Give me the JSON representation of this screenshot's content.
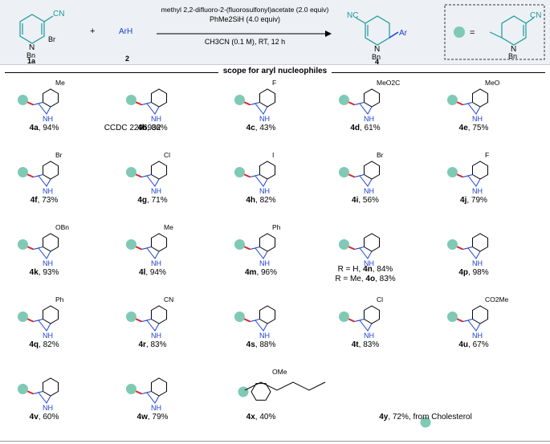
{
  "header": {
    "sm1_label": "1a",
    "sm1_cn": "CN",
    "sm1_br": "Br",
    "sm1_bn": "Bn",
    "plus": "+",
    "sm2_text": "ArH",
    "sm2_label": "2",
    "reagent_line1": "methyl 2,2-difluoro-2-(fluorosulfonyl)acetate (2.0 equiv)",
    "reagent_line2": "PhMe2SiH (4.0 equiv)",
    "reagent_line3": "CH3CN (0.1 M), RT, 12 h",
    "product_label": "4",
    "product_nc": "NC",
    "product_ar": "Ar",
    "product_bn": "Bn",
    "key_equals": "=",
    "key_cn": "CN",
    "key_bn": "Bn"
  },
  "banner": "scope for aryl nucleophiles",
  "ccdc": "CCDC 2296932",
  "items": [
    {
      "id": "4a",
      "yield": "94%",
      "sub": "Me"
    },
    {
      "id": "4b",
      "yield": "86%",
      "sub": ""
    },
    {
      "id": "4c",
      "yield": "43%",
      "sub": "F"
    },
    {
      "id": "4d",
      "yield": "61%",
      "sub": "MeO2C"
    },
    {
      "id": "4e",
      "yield": "75%",
      "sub": "MeO"
    },
    {
      "id": "4f",
      "yield": "73%",
      "sub": "Br"
    },
    {
      "id": "4g",
      "yield": "71%",
      "sub": "Cl"
    },
    {
      "id": "4h",
      "yield": "82%",
      "sub": "I"
    },
    {
      "id": "4i",
      "yield": "56%",
      "sub": "Br"
    },
    {
      "id": "4j",
      "yield": "79%",
      "sub": "F"
    },
    {
      "id": "4k",
      "yield": "93%",
      "sub": "OBn"
    },
    {
      "id": "4l",
      "yield": "94%",
      "sub": "Me"
    },
    {
      "id": "4m",
      "yield": "96%",
      "sub": "Ph"
    },
    {
      "id": "4n",
      "yield": "84%",
      "sub": "R = H,"
    },
    {
      "id": "4o",
      "yield": "83%",
      "sub": "R = Me,"
    },
    {
      "id": "4p",
      "yield": "98%",
      "sub": ""
    },
    {
      "id": "4q",
      "yield": "82%",
      "sub": "Ph"
    },
    {
      "id": "4r",
      "yield": "83%",
      "sub": "CN"
    },
    {
      "id": "4s",
      "yield": "88%",
      "sub": ""
    },
    {
      "id": "4t",
      "yield": "83%",
      "sub": "Cl"
    },
    {
      "id": "4u",
      "yield": "67%",
      "sub": "CO2Me"
    },
    {
      "id": "4v",
      "yield": "60%",
      "sub": ""
    },
    {
      "id": "4w",
      "yield": "79%",
      "sub": ""
    },
    {
      "id": "4x",
      "yield": "40%",
      "sub": "OMe"
    },
    {
      "id": "4y",
      "yield": "72%",
      "sub": ", from Cholesterol"
    }
  ],
  "atoms": {
    "NH": "NH",
    "N": "N",
    "Me": "Me",
    "H": "H",
    "O": "O",
    "R": "R",
    "4": "4"
  }
}
